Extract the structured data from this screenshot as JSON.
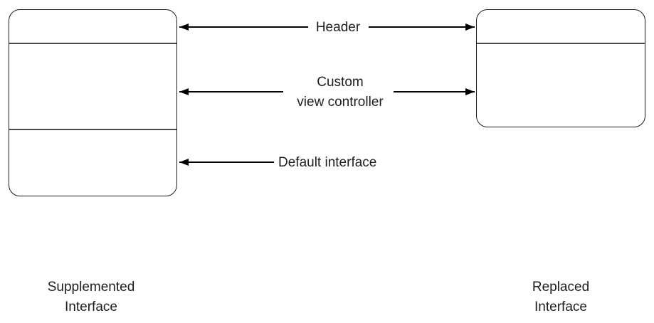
{
  "annotations": {
    "header": {
      "label": "Header"
    },
    "custom_view_controller": {
      "line1": "Custom",
      "line2": "view controller"
    },
    "default_interface": {
      "label": "Default interface"
    }
  },
  "captions": {
    "left": {
      "line1": "Supplemented",
      "line2": "Interface"
    },
    "right": {
      "line1": "Replaced",
      "line2": "Interface"
    }
  },
  "colors": {
    "background": "#ffffff",
    "box_border": "#1d1d1f",
    "section_divider": "#4d4d4d",
    "arrow": "#000000",
    "text": "#1d1d1f"
  }
}
